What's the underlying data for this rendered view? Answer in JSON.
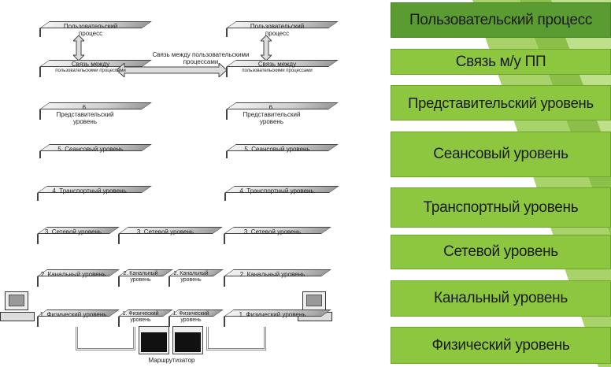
{
  "diagram": {
    "user_process": "Пользовательский процесс",
    "link_top": "Связь между",
    "link_bottom": "пользовательскими процессами",
    "link_note": "Связь между пользовательскими процессами",
    "presentation": "6. Представительский уровень",
    "session": "5. Сеансовый уровень",
    "transport": "4. Транспортный уровень",
    "network": "3. Сетевой уровень",
    "datalink": "2. Канальный уровень",
    "physical": "1. Физический уровень",
    "router_label": "Маршрутизатор"
  },
  "layers": [
    {
      "label": "Пользовательский процесс",
      "color": "#5a9b32"
    },
    {
      "label": "Связь м/у ПП",
      "color": "#8dc63f"
    },
    {
      "label": "Представительский уровень",
      "color": "#8dc63f"
    },
    {
      "label": "Сеансовый уровень",
      "color": "#8dc63f"
    },
    {
      "label": "Транспортный уровень",
      "color": "#8dc63f"
    },
    {
      "label": "Сетевой уровень",
      "color": "#8dc63f"
    },
    {
      "label": "Канальный уровень",
      "color": "#8dc63f"
    },
    {
      "label": "Физический уровень",
      "color": "#8dc63f"
    }
  ]
}
